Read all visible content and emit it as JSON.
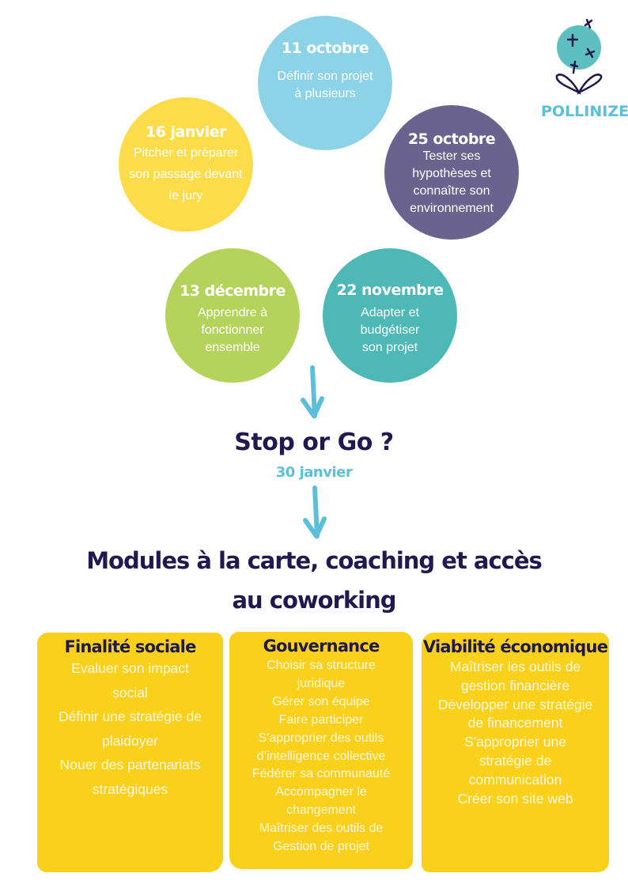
{
  "logo": {
    "name": "POLLINIZE",
    "colors": {
      "flower": "#5dbfbf",
      "ink": "#1e1a4e",
      "text": "#5bbfdc"
    }
  },
  "circles": [
    {
      "date": "11 octobre",
      "desc": [
        "Définir son projet",
        "à plusieurs"
      ],
      "color": "#8dd3e8"
    },
    {
      "date": "16 janvier",
      "desc": [
        "Pitcher et préparer",
        "son passage devant",
        "le jury"
      ],
      "color": "#fcdc4a"
    },
    {
      "date": "25 octobre",
      "desc": [
        "Tester ses",
        "hypothèses et",
        "connaître son",
        "environnement"
      ],
      "color": "#6a638e"
    },
    {
      "date": "13 décembre",
      "desc": [
        "Apprendre à",
        "fonctionner",
        "ensemble"
      ],
      "color": "#b5d35a"
    },
    {
      "date": "22 novembre",
      "desc": [
        "Adapter et",
        "budgétiser",
        "son projet"
      ],
      "color": "#4db8b5"
    }
  ],
  "milestone": {
    "title": "Stop or Go ?",
    "date": "30 janvier"
  },
  "modules": {
    "title_line1": "Modules à la carte, coaching et accès",
    "title_line2": "au coworking"
  },
  "boxes": [
    {
      "title": "Finalité sociale",
      "items": [
        "Evaluer son impact",
        "social",
        "Définir une stratégie de",
        "plaidoyer",
        "Nouer des partenariats",
        "stratégiques"
      ]
    },
    {
      "title": "Gouvernance",
      "items": [
        "Choisir sa structure",
        "juridique",
        "Gérer son équipe",
        "Faire participer",
        "S'approprier des outils",
        "d’intelligence collective",
        "Fédérer sa communauté",
        "Accompagner le",
        "changement",
        "Maîtriser des outils de",
        "Gestion de projet"
      ]
    },
    {
      "title": "Viabilité économique",
      "items": [
        "Maîtriser les outils de",
        "gestion financière",
        "Développer une stratégie",
        "de financement",
        "S'approprier une",
        "stratégie de",
        "communication",
        "Créer son site web"
      ]
    }
  ],
  "colors": {
    "navy": "#20194f",
    "arrow": "#5bbfdc",
    "box": "#f9d01a"
  }
}
